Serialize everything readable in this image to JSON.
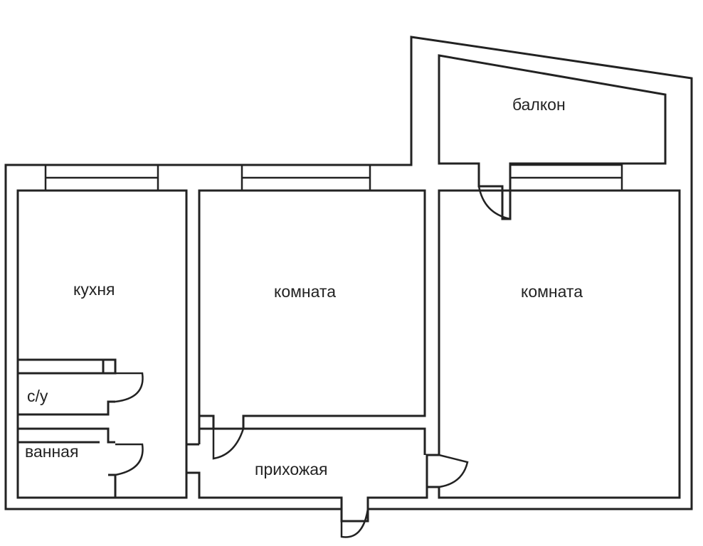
{
  "plan": {
    "colors": {
      "line": "#222222",
      "background": "#ffffff"
    },
    "rooms": {
      "balcony": "балкон",
      "kitchen": "кухня",
      "room_middle": "комната",
      "room_right": "комната",
      "toilet": "с/у",
      "bathroom": "ванная",
      "hallway": "прихожая"
    }
  }
}
